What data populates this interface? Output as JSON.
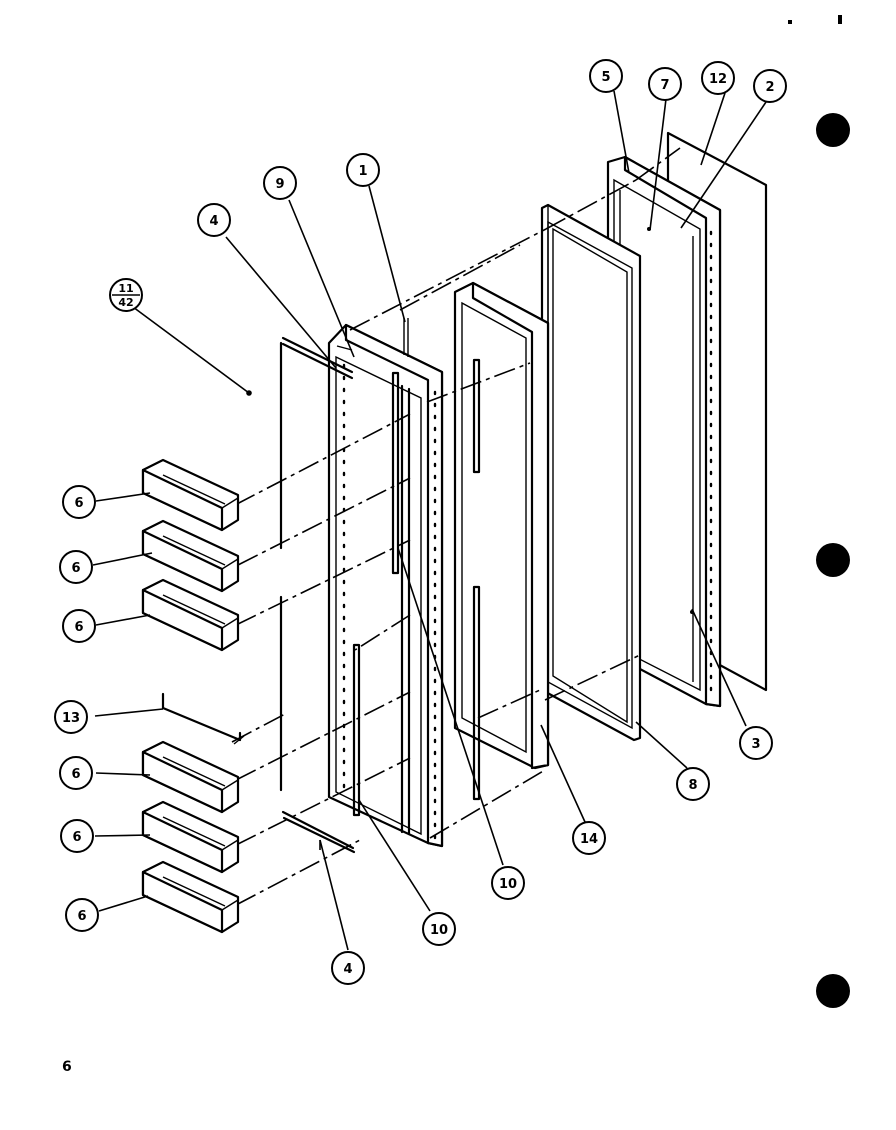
{
  "diagram": {
    "callouts": {
      "c5": "5",
      "c7": "7",
      "c12": "12",
      "c2": "2",
      "c1": "1",
      "c9": "9",
      "c4_top": "4",
      "c11_42_top": "11",
      "c11_42_bottom": "42",
      "c6_a": "6",
      "c6_b": "6",
      "c6_c": "6",
      "c13": "13",
      "c6_d": "6",
      "c6_e": "6",
      "c6_f": "6",
      "c4_bottom": "4",
      "c10_a": "10",
      "c10_b": "10",
      "c14": "14",
      "c8": "8",
      "c3": "3"
    }
  },
  "footer": {
    "page_number": "6"
  }
}
